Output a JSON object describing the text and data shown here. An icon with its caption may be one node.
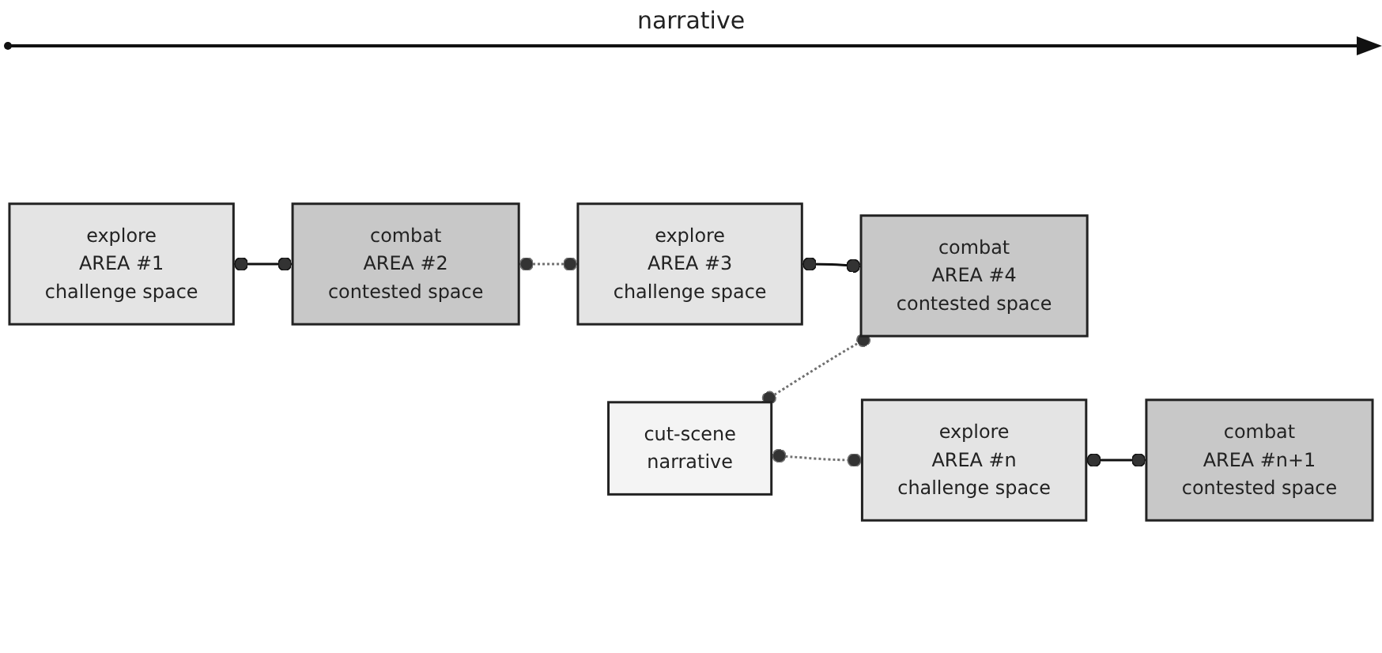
{
  "diagram": {
    "nodes": [
      {
        "text": [
          "explore",
          "AREA #1",
          "challenge space"
        ]
      },
      {
        "text": [
          "combat",
          "AREA #2",
          "contested space"
        ]
      },
      {
        "text": [
          "explore",
          "AREA #3",
          "challenge space"
        ]
      },
      {
        "text": [
          "combat",
          "AREA #4",
          "contested space"
        ]
      },
      {
        "text": [
          "explore",
          "AREA #n",
          "challenge space"
        ]
      },
      {
        "text": [
          "combat",
          "AREA #n+1",
          "contested space"
        ]
      },
      {
        "text": [
          "cut-scene",
          "narrative"
        ]
      }
    ],
    "edges": [
      {
        "from": 0,
        "to": 1,
        "arrow": "other"
      },
      {
        "from": 1,
        "to": 2,
        "arrow": "other",
        "style": "dashed",
        "color": "#707070"
      },
      {
        "from": 2,
        "to": 3,
        "arrow": "other"
      },
      {
        "from": 4,
        "to": 5,
        "arrow": "other"
      },
      {
        "from": 6,
        "to": 3,
        "arrow": "other",
        "style": "dashed",
        "color": "#707070"
      },
      {
        "from": 6,
        "to": 4,
        "arrow": "other",
        "style": "dashed",
        "color": "#707070"
      }
    ],
    "labels": [
      "narrative"
    ]
  }
}
